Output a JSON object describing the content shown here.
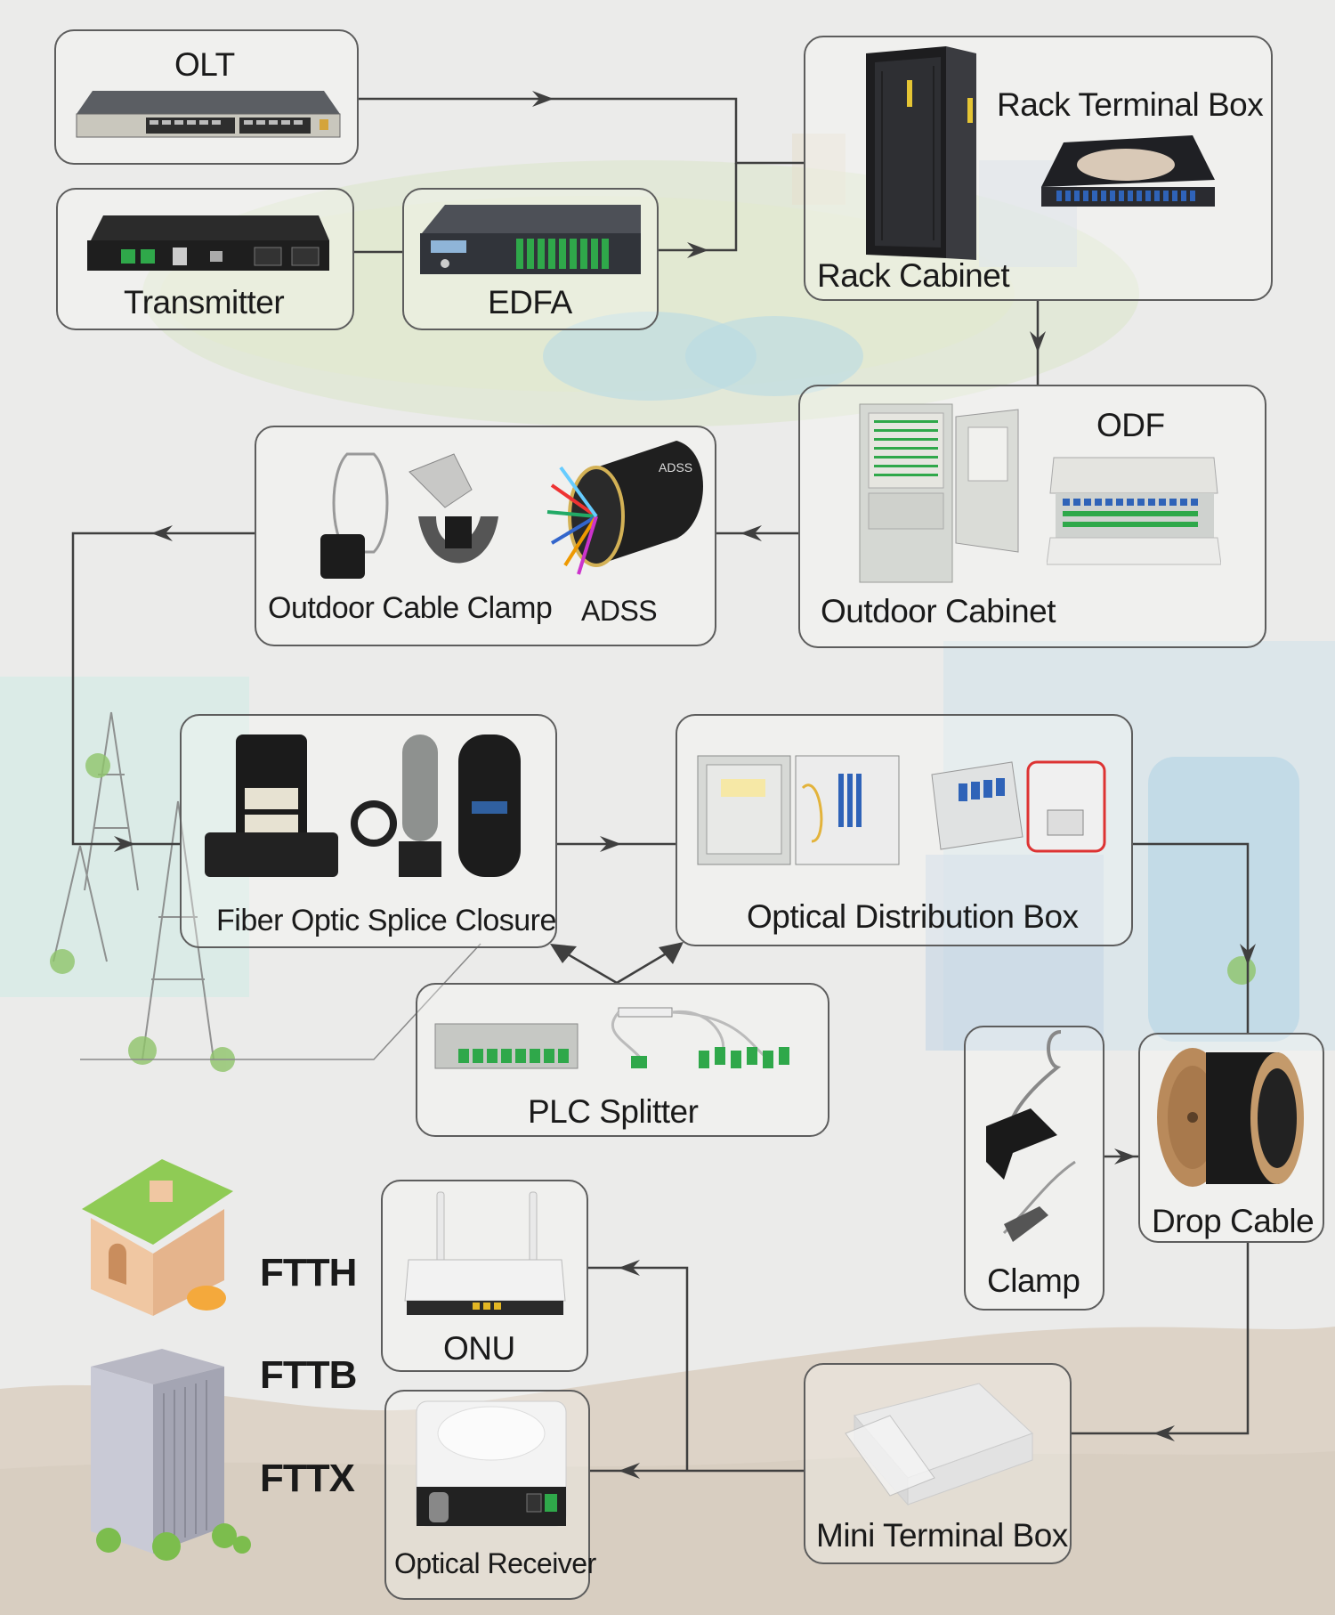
{
  "nodes": {
    "olt": "OLT",
    "transmitter": "Transmitter",
    "edfa": "EDFA",
    "rack_terminal_box": "Rack Terminal Box",
    "rack_cabinet": "Rack Cabinet",
    "odf": "ODF",
    "outdoor_cabinet": "Outdoor Cabinet",
    "outdoor_cable_clamp": "Outdoor Cable Clamp",
    "adss": "ADSS",
    "adss_cable_print": "ADSS",
    "fiber_optic_splice_closure": "Fiber Optic Splice Closure",
    "optical_distribution_box": "Optical Distribution Box",
    "plc_splitter": "PLC Splitter",
    "clamp": "Clamp",
    "drop_cable": "Drop Cable",
    "onu": "ONU",
    "optical_receiver": "Optical Receiver",
    "mini_terminal_box": "Mini Terminal Box"
  },
  "access_types": [
    "FTTH",
    "FTTB",
    "FTTX"
  ],
  "colors": {
    "line": "#3f3f3f",
    "box_border": "#5d5d5d",
    "background": "#ebebea",
    "sfp_green": "#2fa84a",
    "sc_blue": "#2f63b8"
  }
}
